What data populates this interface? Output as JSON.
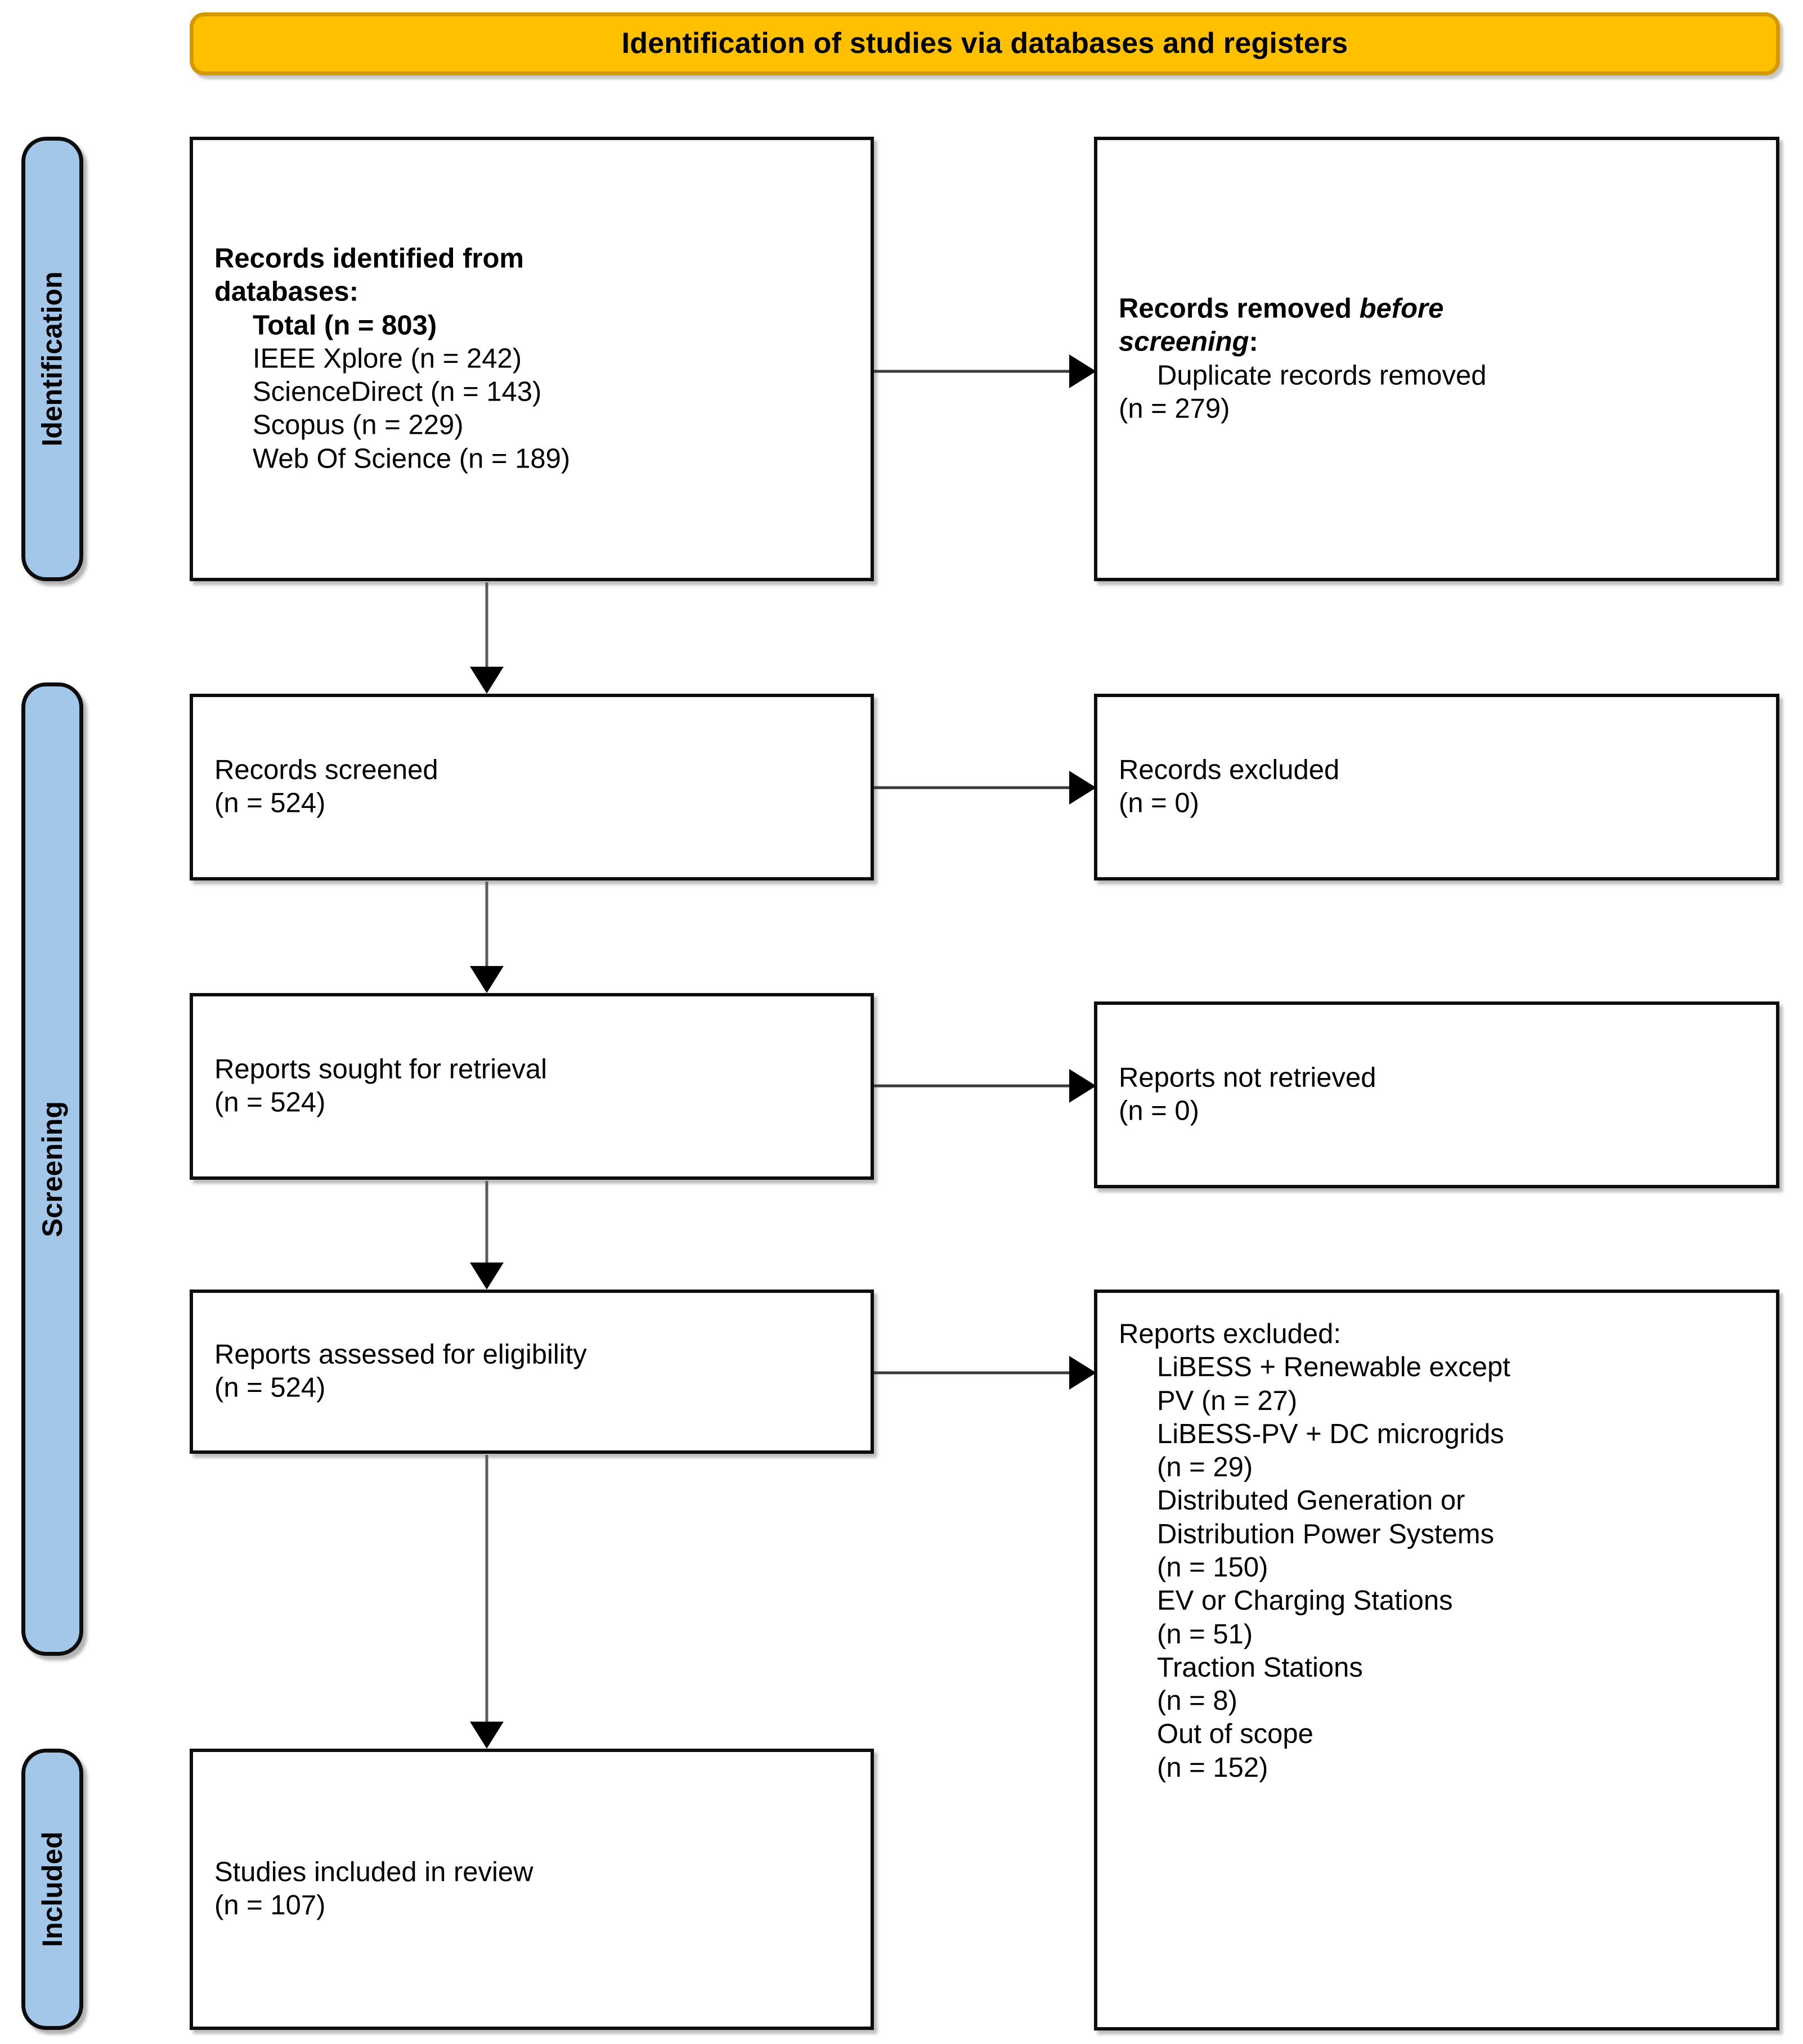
{
  "banner": {
    "title": "Identification of studies via databases and registers"
  },
  "stages": [
    {
      "key": "identification",
      "label": "Identification"
    },
    {
      "key": "screening",
      "label": "Screening"
    },
    {
      "key": "included",
      "label": "Included"
    }
  ],
  "boxes": {
    "identified": {
      "heading_line1": "Records identified from",
      "heading_line2": "databases:",
      "total": "Total (n = 803)",
      "sources": [
        "IEEE Xplore (n = 242)",
        "ScienceDirect (n = 143)",
        "Scopus (n = 229)",
        "Web Of Science (n = 189)"
      ]
    },
    "removed": {
      "heading_prefix": "Records removed ",
      "heading_italic1": "before",
      "heading_italic2": "screening",
      "heading_suffix": ":",
      "detail_line1": "Duplicate records removed",
      "detail_line2": "(n = 279)"
    },
    "screened": {
      "label": "Records screened",
      "count": "(n = 524)"
    },
    "excluded": {
      "label": "Records excluded",
      "count": "(n = 0)"
    },
    "sought": {
      "label": "Reports sought for retrieval",
      "count": "(n = 524)"
    },
    "not_retrieved": {
      "label": "Reports not retrieved",
      "count": "(n = 0)"
    },
    "assessed": {
      "label": "Reports assessed for eligibility",
      "count": "(n = 524)"
    },
    "reports_excluded": {
      "heading": "Reports excluded:",
      "reasons": [
        {
          "l1": "LiBESS + Renewable except",
          "l2": "PV (n = 27)"
        },
        {
          "l1": "LiBESS-PV + DC microgrids",
          "l2": "(n = 29)"
        },
        {
          "l1": "Distributed Generation or",
          "l2": "Distribution Power Systems",
          "l3": "(n = 150)"
        },
        {
          "l1": "EV or Charging Stations",
          "l2": "(n = 51)"
        },
        {
          "l1": "Traction Stations",
          "l2": "(n = 8)"
        },
        {
          "l1": "Out of scope",
          "l2": "(n = 152)"
        }
      ]
    },
    "included": {
      "label": "Studies included in review",
      "count": "(n = 107)"
    }
  },
  "colors": {
    "banner_fill": "#FFC000",
    "banner_border": "#D29A00",
    "stage_fill": "#A3C7E8",
    "box_border": "#0D0D0D",
    "arrow": "#000000"
  }
}
